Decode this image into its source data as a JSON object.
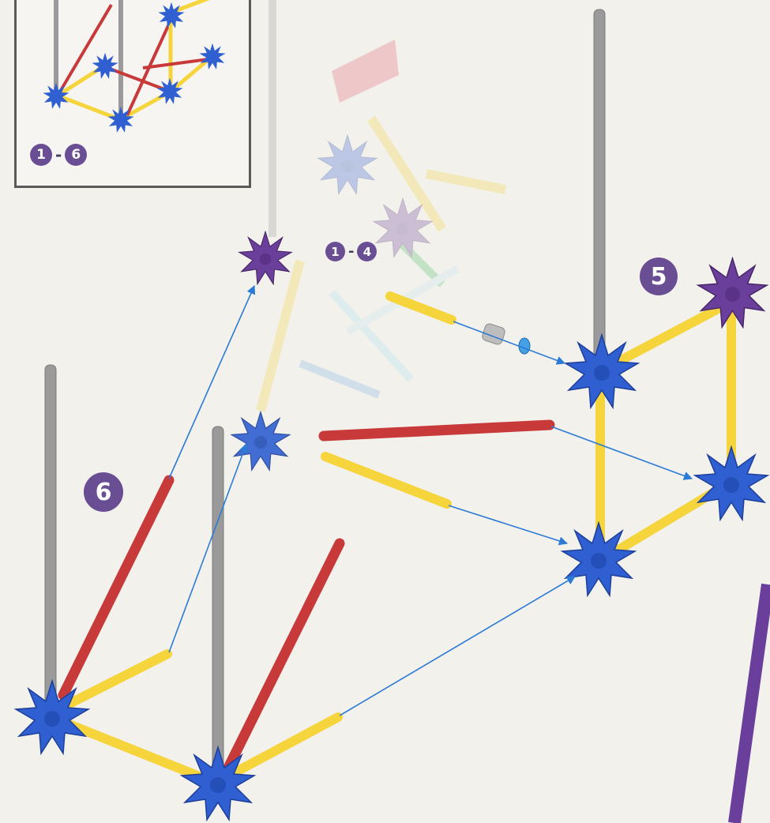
{
  "inset": {
    "range_start": "1",
    "range_sep": "-",
    "range_end": "6"
  },
  "main_ref": {
    "range_start": "1",
    "range_sep": "-",
    "range_end": "4"
  },
  "steps": {
    "five": "5",
    "six": "6"
  },
  "colors": {
    "rod_gray": "#9a9a9a",
    "rod_yellow": "#f5d43c",
    "rod_red": "#c8393a",
    "connector_blue": "#2f5fd0",
    "connector_purple": "#6a3f9c",
    "arrow_blue": "#2b7bd6",
    "badge_purple": "#6a4e93"
  },
  "icons": {
    "connector": "blue-star-connector-icon",
    "connector_alt": "purple-star-connector-icon",
    "spacer": "gray-spacer-icon",
    "washer": "blue-washer-icon"
  }
}
